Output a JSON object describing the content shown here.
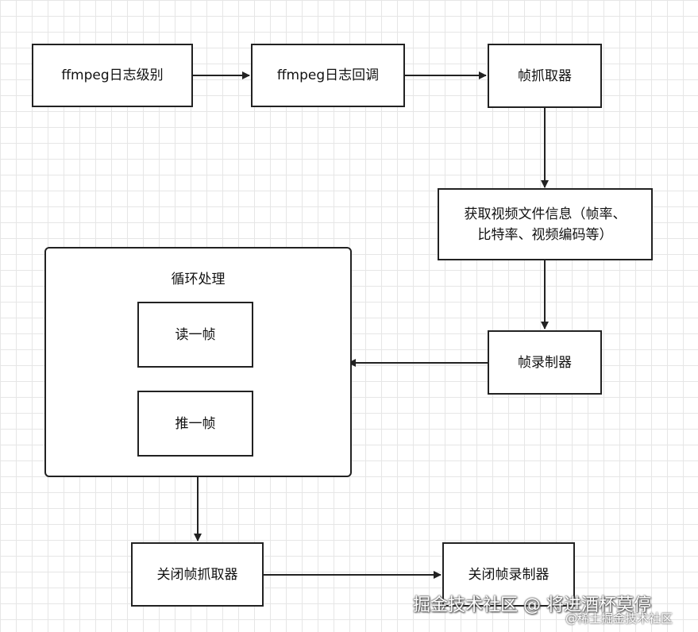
{
  "nodes": {
    "log_level": "ffmpeg日志级别",
    "log_callback": "ffmpeg日志回调",
    "frame_grabber": "帧抓取器",
    "video_info_line1": "获取视频文件信息（帧率、",
    "video_info_line2": "比特率、视频编码等）",
    "frame_recorder": "帧录制器",
    "close_grabber": "关闭帧抓取器",
    "close_recorder": "关闭帧录制器"
  },
  "loop_group": {
    "title": "循环处理",
    "read_frame": "读一帧",
    "push_frame": "推一帧"
  },
  "watermark": {
    "main": "掘金技术社区 @ 将进酒杯莫停",
    "sub": "@稀土掘金技术社区"
  },
  "colors": {
    "stroke": "#222222",
    "grid": "#e6e6e6"
  }
}
